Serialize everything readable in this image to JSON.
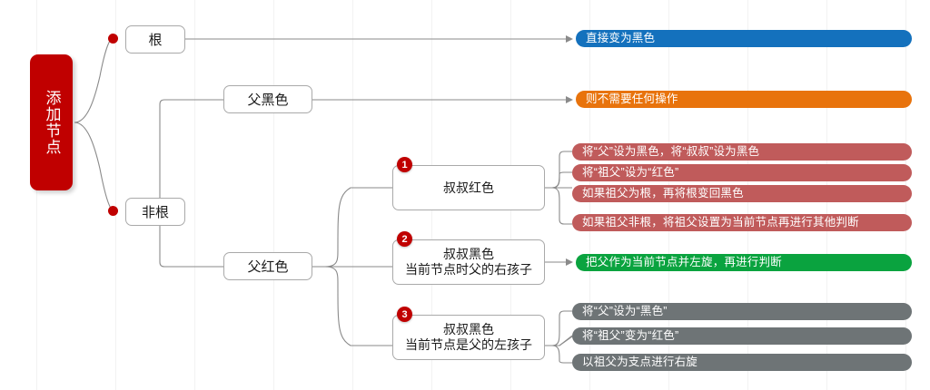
{
  "diagram": {
    "title": "添加节点",
    "root": {
      "label": "添加节点"
    },
    "level1": [
      {
        "label": "根"
      },
      {
        "label": "非根"
      }
    ],
    "level2": [
      {
        "label": "父黑色"
      },
      {
        "label": "父红色"
      }
    ],
    "level3": [
      {
        "badge": "1",
        "line1": "叔叔红色",
        "line2": ""
      },
      {
        "badge": "2",
        "line1": "叔叔黑色",
        "line2": "当前节点时父的右孩子"
      },
      {
        "badge": "3",
        "line1": "叔叔黑色",
        "line2": "当前节点是父的左孩子"
      }
    ],
    "results": {
      "root_result": {
        "text": "直接变为黑色",
        "color": "#1471bd"
      },
      "parent_black_result": {
        "text": "则不需要任何操作",
        "color": "#e8730c"
      },
      "case1": {
        "color": "#c05b5b",
        "items": [
          "将“父”设为黑色，将“叔叔”设为黑色",
          "将“祖父”设为“红色”",
          "如果祖父为根，再将根变回黑色",
          "如果祖父非根，将祖父设置为当前节点再进行其他判断"
        ]
      },
      "case2": {
        "color": "#0aa33f",
        "items": [
          "把父作为当前节点并左旋，再进行判断"
        ]
      },
      "case3": {
        "color": "#6e7476",
        "items": [
          "将“父”设为“黑色”",
          "将“祖父”变为“红色”",
          "以祖父为支点进行右旋"
        ]
      }
    }
  }
}
